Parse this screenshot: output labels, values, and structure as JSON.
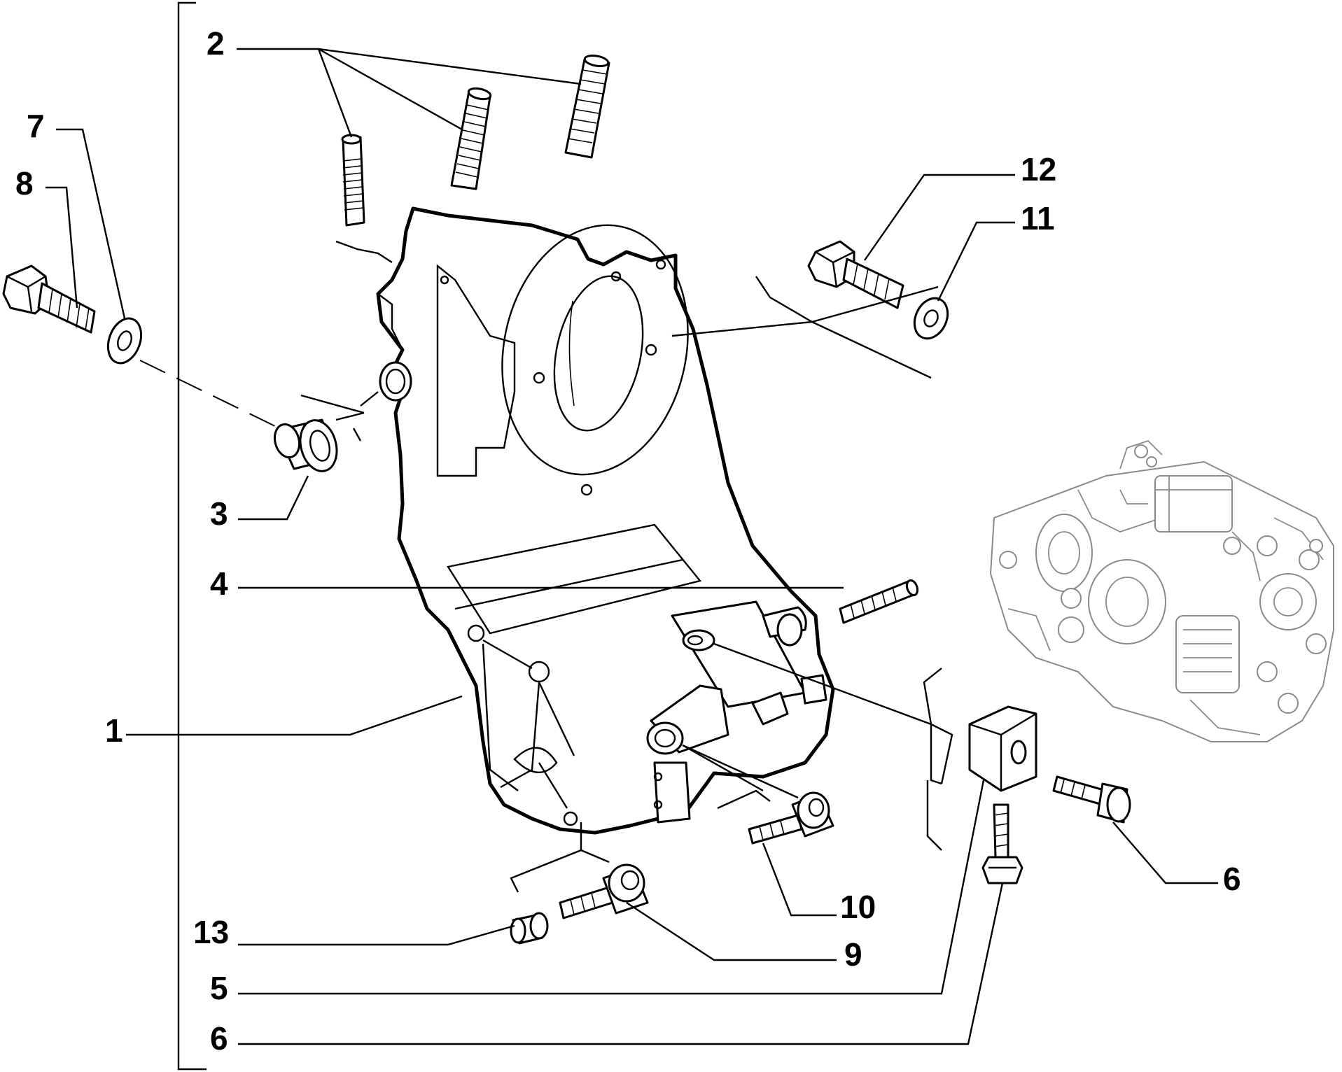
{
  "diagram": {
    "callouts": [
      {
        "id": "c1",
        "label": "1"
      },
      {
        "id": "c2",
        "label": "2"
      },
      {
        "id": "c3",
        "label": "3"
      },
      {
        "id": "c4",
        "label": "4"
      },
      {
        "id": "c5",
        "label": "5"
      },
      {
        "id": "c6a",
        "label": "6"
      },
      {
        "id": "c6b",
        "label": "6"
      },
      {
        "id": "c7",
        "label": "7"
      },
      {
        "id": "c8",
        "label": "8"
      },
      {
        "id": "c9",
        "label": "9"
      },
      {
        "id": "c10",
        "label": "10"
      },
      {
        "id": "c11",
        "label": "11"
      },
      {
        "id": "c12",
        "label": "12"
      },
      {
        "id": "c13",
        "label": "13"
      }
    ],
    "parts": [
      {
        "id": "p1",
        "name": "pump-support-bracket"
      },
      {
        "id": "p2",
        "name": "stud"
      },
      {
        "id": "p3",
        "name": "bushing"
      },
      {
        "id": "p4",
        "name": "stud"
      },
      {
        "id": "p5",
        "name": "spacer-block"
      },
      {
        "id": "p6",
        "name": "screw"
      },
      {
        "id": "p7",
        "name": "washer"
      },
      {
        "id": "p8",
        "name": "bolt"
      },
      {
        "id": "p9",
        "name": "flange-screw"
      },
      {
        "id": "p10",
        "name": "flange-screw"
      },
      {
        "id": "p11",
        "name": "washer"
      },
      {
        "id": "p12",
        "name": "bolt"
      },
      {
        "id": "p13",
        "name": "bushing"
      }
    ]
  }
}
